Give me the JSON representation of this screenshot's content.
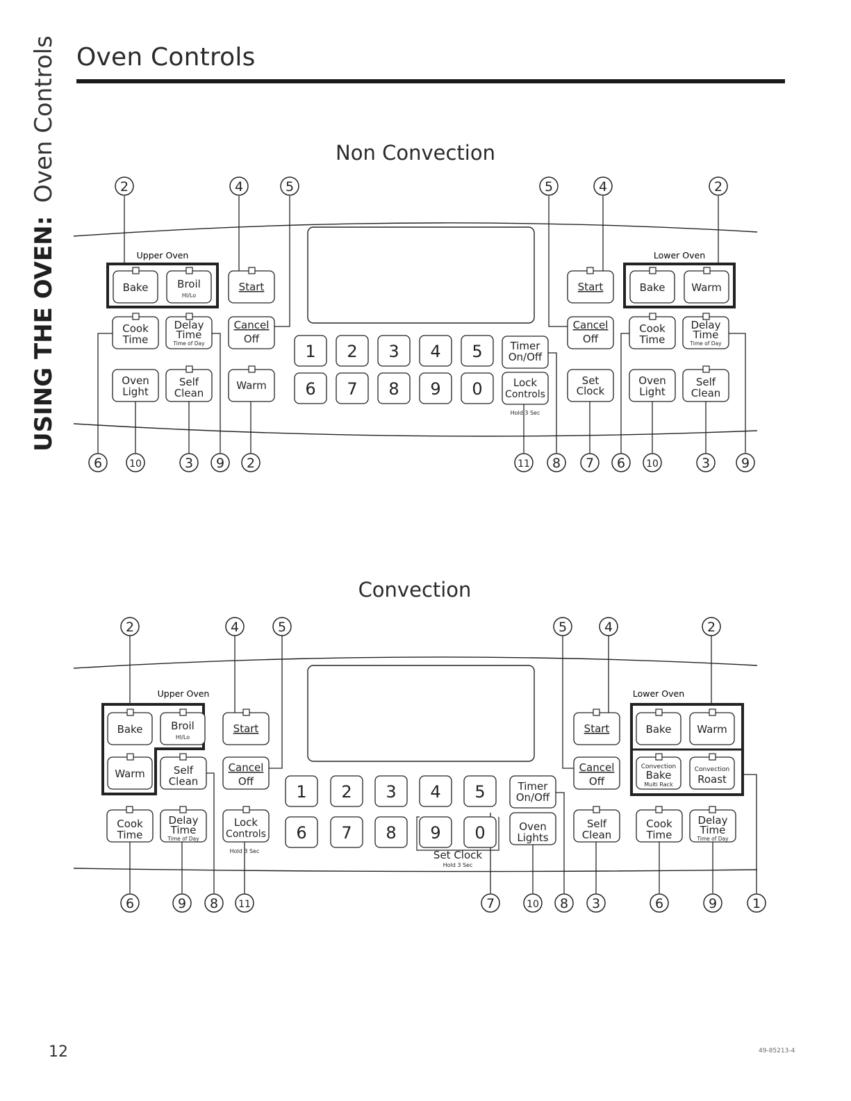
{
  "sidebar": {
    "prefix": "USING THE OVEN:",
    "suffix": "Oven Controls"
  },
  "page_title": "Oven Controls",
  "sections": {
    "non_convection": {
      "title": "Non Convection",
      "upper_label": "Upper Oven",
      "lower_label": "Lower Oven",
      "callouts_top": [
        "2",
        "4",
        "5",
        "5",
        "4",
        "2"
      ],
      "callouts_bottom": [
        "6",
        "10",
        "3",
        "9",
        "2",
        "11",
        "8",
        "7",
        "6",
        "10",
        "3",
        "9"
      ],
      "buttons": {
        "bake": "Bake",
        "broil": "Broil",
        "broil_sub": "HI/Lo",
        "start": "Start",
        "cancel": "Cancel",
        "off": "Off",
        "cook": "Cook",
        "time": "Time",
        "delay": "Delay",
        "time_of_day": "Time of Day",
        "oven": "Oven",
        "light": "Light",
        "self": "Self",
        "clean": "Clean",
        "warm": "Warm",
        "timer": "Timer",
        "on_off": "On/Off",
        "lock": "Lock",
        "controls": "Controls",
        "hold_3_sec": "Hold 3 Sec",
        "set": "Set",
        "clock": "Clock"
      },
      "numpad": [
        "1",
        "2",
        "3",
        "4",
        "5",
        "6",
        "7",
        "8",
        "9",
        "0"
      ]
    },
    "convection": {
      "title": "Convection",
      "upper_label": "Upper Oven",
      "lower_label": "Lower Oven",
      "callouts_top": [
        "2",
        "4",
        "5",
        "5",
        "4",
        "2"
      ],
      "callouts_bottom": [
        "6",
        "9",
        "8",
        "11",
        "7",
        "10",
        "8",
        "3",
        "6",
        "9",
        "1"
      ],
      "buttons": {
        "bake": "Bake",
        "broil": "Broil",
        "broil_sub": "HI/Lo",
        "warm": "Warm",
        "self": "Self",
        "clean": "Clean",
        "start": "Start",
        "cancel": "Cancel",
        "off": "Off",
        "cook": "Cook",
        "time": "Time",
        "delay": "Delay",
        "time_of_day": "Time of Day",
        "lock": "Lock",
        "controls": "Controls",
        "hold_3_sec": "Hold 3 Sec",
        "timer": "Timer",
        "on_off": "On/Off",
        "oven": "Oven",
        "lights": "Lights",
        "set_clock": "Set Clock",
        "convection": "Convection",
        "multi_rack": "Multi Rack",
        "roast": "Roast"
      },
      "numpad": [
        "1",
        "2",
        "3",
        "4",
        "5",
        "6",
        "7",
        "8",
        "9",
        "0"
      ]
    }
  },
  "footer": {
    "page_number": "12",
    "doc_code": "49-85213-4"
  }
}
